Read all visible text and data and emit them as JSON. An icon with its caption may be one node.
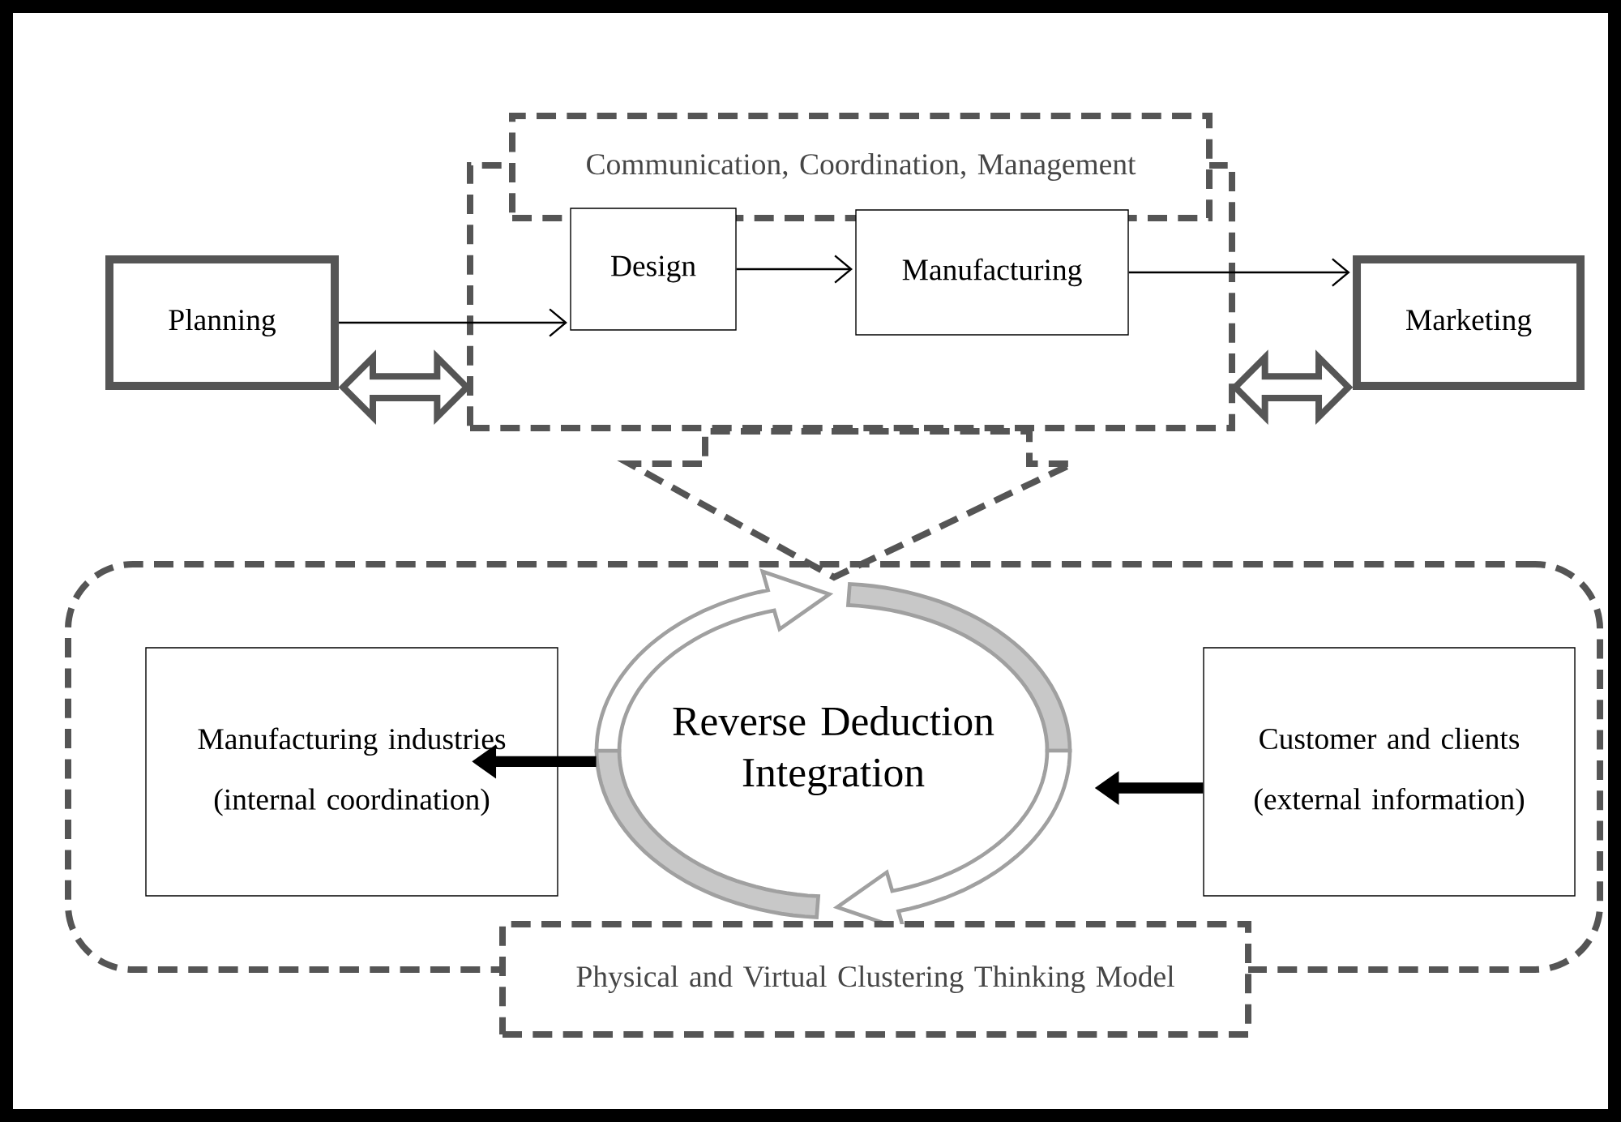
{
  "diagram": {
    "nodes": [
      {
        "text": [
          "Planning"
        ]
      },
      {
        "text": [],
        "shape": "box"
      },
      {
        "text": [
          "Communication, Coordination, Management"
        ]
      },
      {
        "text": [
          "Design"
        ],
        "in": 1
      },
      {
        "text": [
          "Manufacturing"
        ],
        "in": 1
      },
      {
        "text": [
          "Marketing"
        ]
      },
      {
        "text": [],
        "shape": "box"
      },
      {
        "text": [
          "Manufacturing industries",
          "(internal coordination)"
        ],
        "in": 6
      },
      {
        "text": [
          "Reverse Deduction Integration"
        ],
        "in": 6
      },
      {
        "text": [
          "Customer and clients",
          "(external information)"
        ],
        "in": 6
      },
      {
        "text": [
          "Physical and Virtual Clustering Thinking Model"
        ]
      }
    ],
    "edges": [
      {
        "from": 0,
        "to": 3,
        "arrow": "to"
      },
      {
        "from": 3,
        "to": 4,
        "arrow": "to"
      },
      {
        "from": 4,
        "to": 5,
        "arrow": "to"
      },
      {
        "from": 0,
        "to": 1,
        "arrow": "both",
        "style": "thick",
        "color": "#555555"
      },
      {
        "from": 1,
        "to": 5,
        "arrow": "both",
        "style": "thick",
        "color": "#555555"
      },
      {
        "from": 1,
        "to": 6,
        "arrow": "to",
        "style": "dashed",
        "color": "#555555"
      },
      {
        "from": 8,
        "to": 7,
        "arrow": "to",
        "style": "thick"
      },
      {
        "from": 9,
        "to": 8,
        "arrow": "to",
        "style": "thick"
      }
    ]
  }
}
